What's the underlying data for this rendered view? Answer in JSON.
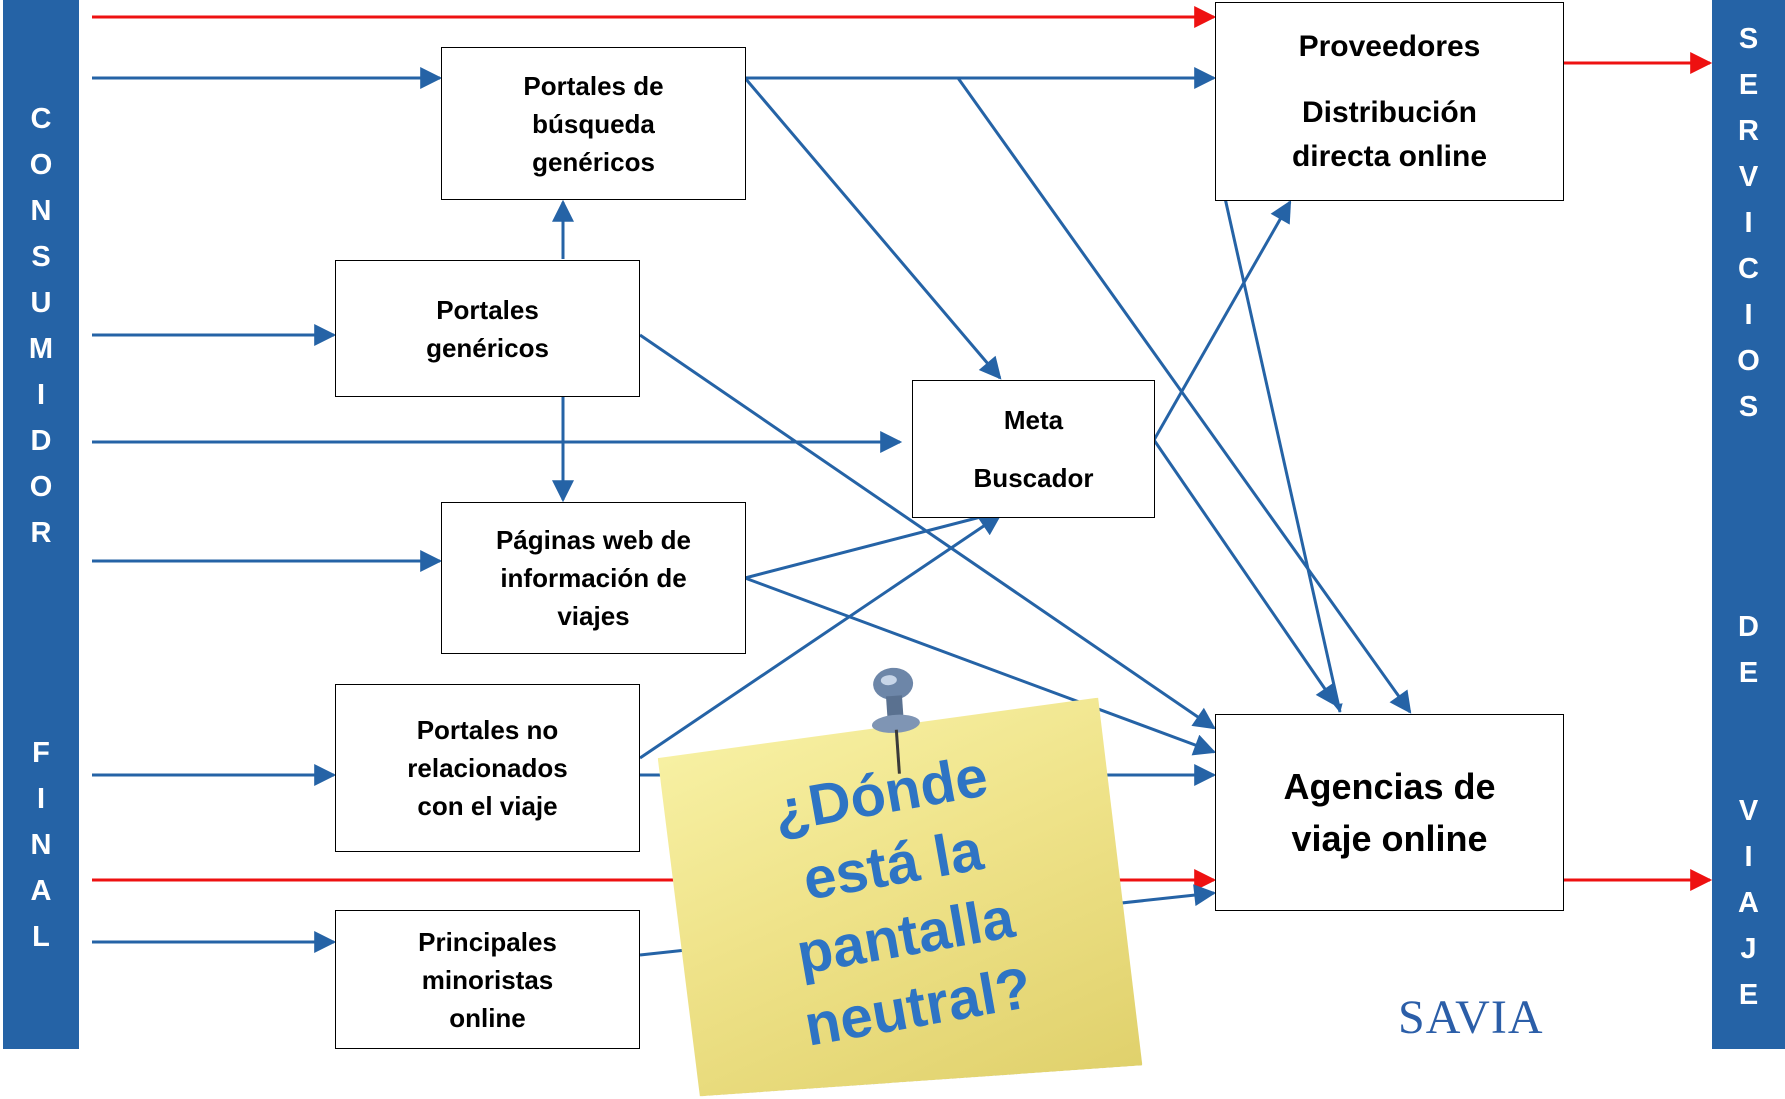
{
  "left_bar": {
    "top_letters": [
      "C",
      "O",
      "N",
      "S",
      "U",
      "M",
      "I",
      "D",
      "O",
      "R"
    ],
    "bottom_letters": [
      "F",
      "I",
      "N",
      "A",
      "L"
    ]
  },
  "right_bar": {
    "top_letters": [
      "S",
      "E",
      "R",
      "V",
      "I",
      "C",
      "I",
      "O",
      "S"
    ],
    "bottom_letters": [
      "D",
      "E",
      "V",
      "I",
      "A",
      "J",
      "E"
    ]
  },
  "boxes": {
    "portales_busqueda": [
      "Portales de",
      "búsqueda",
      "genéricos"
    ],
    "portales_genericos": [
      "Portales",
      "genéricos"
    ],
    "paginas_web": [
      "Páginas web de",
      "información de",
      "viajes"
    ],
    "portales_no_relacionados": [
      "Portales no",
      "relacionados",
      "con el viaje"
    ],
    "principales_minoristas": [
      "Principales",
      "minoristas",
      "online"
    ],
    "meta_buscador": [
      "Meta",
      "Buscador"
    ],
    "proveedores": [
      "Proveedores",
      "Distribución",
      "directa online"
    ],
    "agencias": [
      "Agencias de",
      "viaje online"
    ]
  },
  "note": [
    "¿Dónde",
    "está la",
    "pantalla",
    "neutral?"
  ],
  "brand": "SAVIA",
  "colors": {
    "blue_arrow": "#2563a6",
    "red_arrow": "#ee1111",
    "bar": "#2563a6",
    "note_text": "#2e74c4"
  }
}
